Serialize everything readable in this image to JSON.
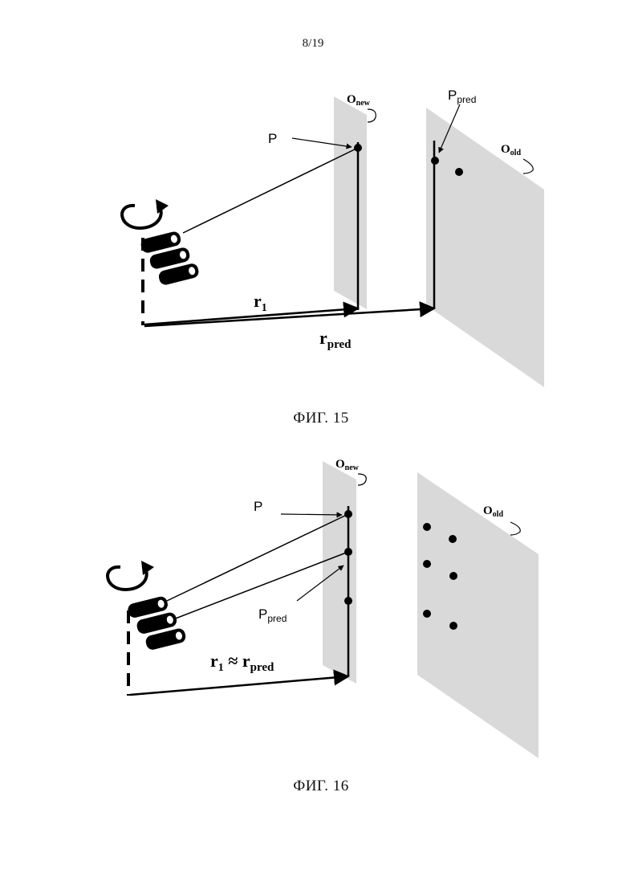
{
  "page": {
    "number": "8/19"
  },
  "fig15": {
    "caption": "ФИГ. 15",
    "labels": {
      "o_new": {
        "base": "O",
        "sub": "new"
      },
      "o_old": {
        "base": "O",
        "sub": "old"
      },
      "p": "P",
      "p_pred": {
        "base": "P",
        "sub": "pred"
      },
      "r1": {
        "base": "r",
        "sub": "1"
      },
      "r_pred": {
        "base": "r",
        "sub": "pred"
      }
    }
  },
  "fig16": {
    "caption": "ФИГ. 16",
    "labels": {
      "o_new": {
        "base": "O",
        "sub": "new"
      },
      "o_old": {
        "base": "O",
        "sub": "old"
      },
      "p": "P",
      "p_pred": {
        "base": "P",
        "sub": "pred"
      },
      "relation": {
        "r_base": "r",
        "r_sub": "1",
        "approx": " ≈ ",
        "rp_base": "r",
        "rp_sub": "pred"
      }
    }
  },
  "colors": {
    "plane": "#d9d9d9",
    "ink": "#000000"
  }
}
